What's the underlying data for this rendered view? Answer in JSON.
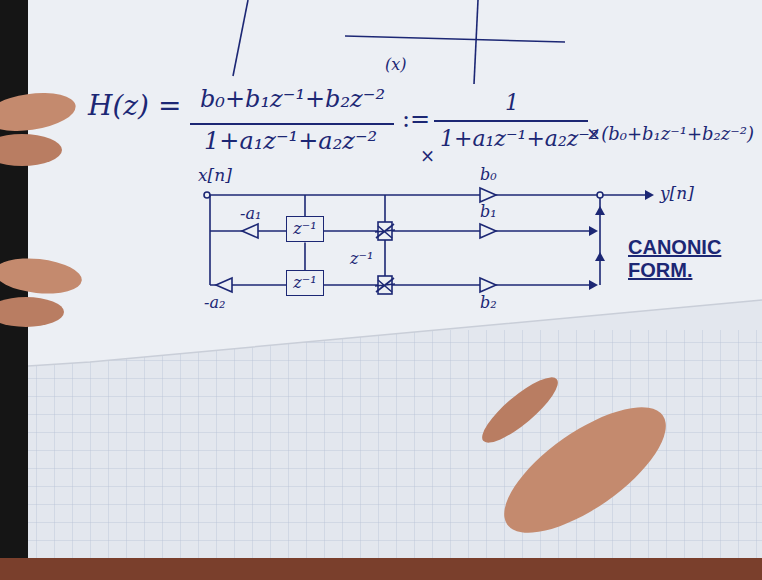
{
  "diagram": {
    "nodes": [
      {
        "text": [
          "z⁻¹"
        ]
      },
      {
        "text": [
          "z⁻¹"
        ]
      }
    ],
    "edges": [
      {
        "from": 0,
        "to": 1,
        "arrow": "none"
      }
    ],
    "labels": [
      "(x)",
      "×",
      "H(z) =",
      "b₀+b₁z⁻¹+b₂z⁻²",
      "1+a₁z⁻¹+a₂z⁻²",
      ":=",
      "1",
      "1+a₁z⁻¹+a₂z⁻²",
      "×(b₀+b₁z⁻¹+b₂z⁻²)",
      "x[n]",
      "-a₁",
      "-a₂",
      "b₀",
      "b₁",
      "b₂",
      "z⁻¹",
      "y[n]",
      "CANONIC FORM."
    ]
  }
}
